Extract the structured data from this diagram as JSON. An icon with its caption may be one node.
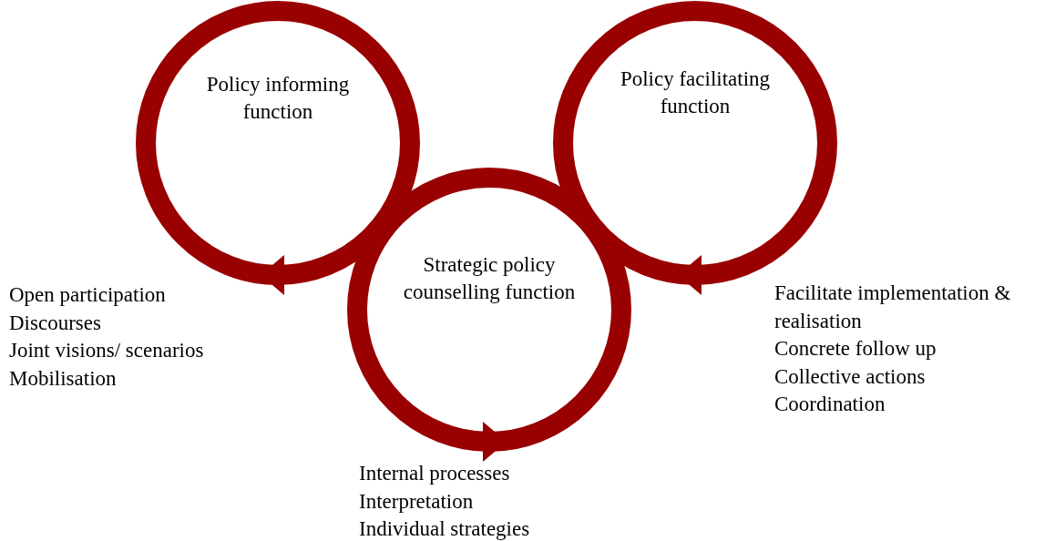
{
  "diagram": {
    "nodes": [
      {
        "text": [
          "Policy informing function"
        ],
        "beside": [
          "Open participation",
          "Discourses",
          "Joint visions/ scenarios",
          "Mobilisation"
        ]
      },
      {
        "text": [
          "Policy facilitating function"
        ],
        "beside": [
          "Facilitate implementation & realisation",
          "Concrete follow up",
          "Collective actions",
          "Coordination"
        ]
      },
      {
        "text": [
          "Strategic policy counselling function"
        ],
        "beside": [
          "Internal processes",
          "Interpretation",
          "Individual strategies"
        ]
      }
    ]
  }
}
